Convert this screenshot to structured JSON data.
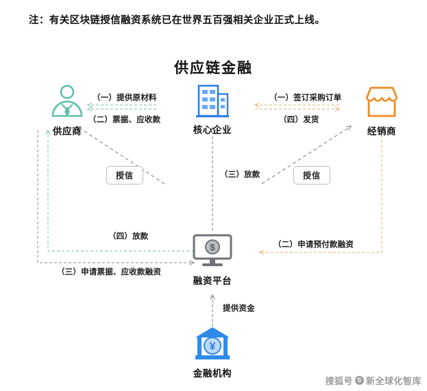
{
  "note": "注：有关区块链授信融资系统已在世界五百强相关企业正式上线。",
  "diagram": {
    "title": "供应链金融",
    "nodes": {
      "supplier": {
        "label": "供应商",
        "icon": "person-supplier-icon",
        "color": "#5cbfa8"
      },
      "core": {
        "label": "核心企业",
        "icon": "office-building-icon",
        "color": "#2f7fe8"
      },
      "dealer": {
        "label": "经销商",
        "icon": "storefront-icon",
        "color": "#f08a23"
      },
      "platform": {
        "label": "融资平台",
        "icon": "monitor-dollar-icon",
        "color": "#6f7277"
      },
      "bank": {
        "label": "金融机构",
        "icon": "bank-yen-icon",
        "color": "#1f7fe0"
      }
    },
    "edges": {
      "supply_raw_material": "（一）提供原材料",
      "notes_receivable": "（二）票据、应收款",
      "purchase_order": "（一）签订采购订单",
      "shipment": "（四）发货",
      "credit_left": "授信",
      "credit_right": "授信",
      "loan_core": "（三）放款",
      "loan_supplier": "（四）放款",
      "apply_notes_receivable_financing": "（三）申请票据、应收款融资",
      "apply_prepayment_financing": "（二）申请预付款融资",
      "provide_funds": "提供资金"
    }
  },
  "watermark": {
    "prefix": "搜狐号",
    "badge": "S",
    "name": "新全球化智库"
  }
}
